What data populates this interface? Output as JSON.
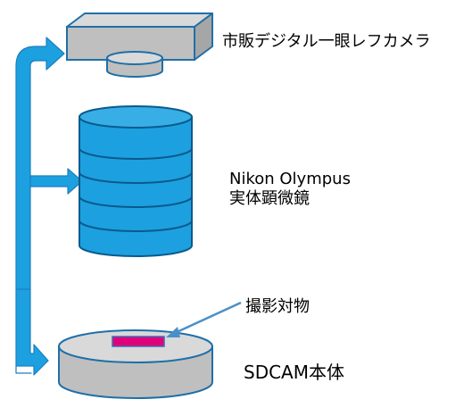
{
  "labels": {
    "camera": "市販デジタル一眼レフカメラ",
    "microscope_line1": "Nikon  Olympus",
    "microscope_line2": "実体顕微鏡",
    "target": "撮影対物",
    "sdcam": "SDCAM本体"
  },
  "colors": {
    "arrow": "#1da0df",
    "arrow_edge": "#1a7fc0",
    "microscope_fill": "#1da0df",
    "microscope_edge": "#0a5a8c",
    "gray_fill": "#bfbfbf",
    "gray_top": "#d9d9d9",
    "gray_edge": "#1f6fa8",
    "specimen": "#e0007a",
    "pointer": "#4a90c8"
  }
}
